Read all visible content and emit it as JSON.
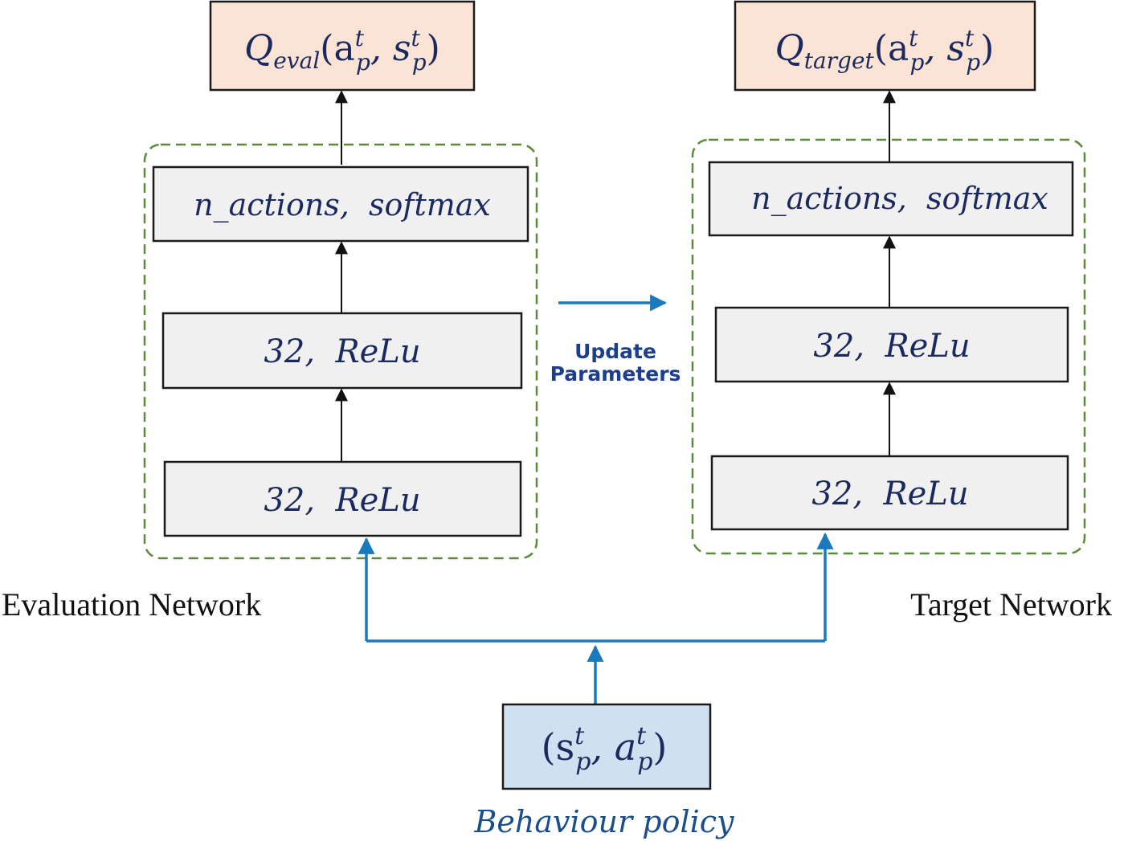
{
  "eval": {
    "output_symbol": "Q",
    "output_subscript": "eval",
    "output_args": "(a",
    "output_args_sup1": "t",
    "output_args_sub1": "p",
    "output_args_mid": ", s",
    "output_args_sup2": "t",
    "output_args_sub2": "p",
    "output_args_end": ")",
    "layer_top": "n_actions,  softmax",
    "layer_mid": "32,  ReLu",
    "layer_bottom": "32,  ReLu",
    "caption": "Evaluation Network"
  },
  "target": {
    "output_symbol": "Q",
    "output_subscript": "target",
    "output_args": "(a",
    "output_args_sup1": "t",
    "output_args_sub1": "p",
    "output_args_mid": ", s",
    "output_args_sup2": "t",
    "output_args_sub2": "p",
    "output_args_end": ")",
    "layer_top": "n_actions,  softmax",
    "layer_mid": "32,  ReLu",
    "layer_bottom": "32,  ReLu",
    "caption": "Target Network"
  },
  "update": {
    "line1": "Update",
    "line2": "Parameters"
  },
  "input": {
    "open": "(s",
    "sup1": "t",
    "sub1": "p",
    "mid": ", a",
    "sup2": "t",
    "sub2": "p",
    "close": ")",
    "caption": "Behaviour policy"
  },
  "colors": {
    "output_fill": "#fbe4d6",
    "layer_fill": "#f0f0f0",
    "input_fill": "#cfe0f1",
    "group_border": "#5a8a3a",
    "blue_arrow": "#1a7abf",
    "math_text": "#1b2a5e"
  }
}
